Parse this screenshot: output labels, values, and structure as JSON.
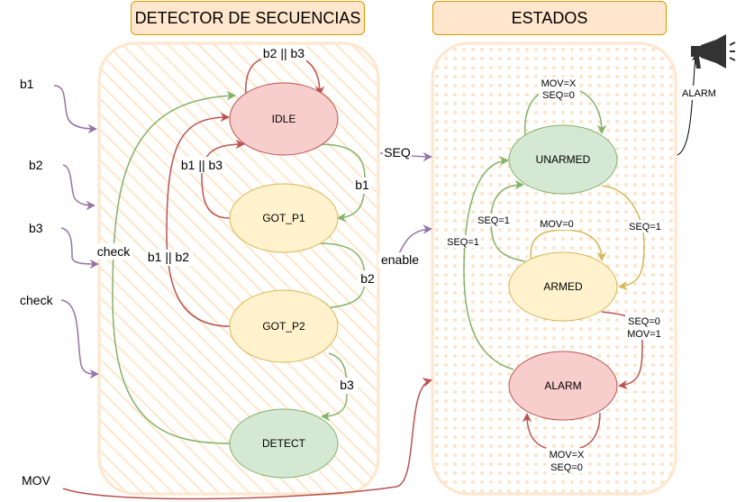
{
  "headers": {
    "detector": "DETECTOR DE SECUENCIAS",
    "estados": "ESTADOS"
  },
  "inputs": {
    "b1": "b1",
    "b2": "b2",
    "b3": "b3",
    "check": "check",
    "mov": "MOV"
  },
  "detector_states": {
    "idle": "IDLE",
    "got_p1": "GOT_P1",
    "got_p2": "GOT_P2",
    "detect": "DETECT"
  },
  "detector_edges": {
    "idle_self": "b2 || b3",
    "idle_to_p1": "b1",
    "p1_to_idle": "b1 || b3",
    "p1_to_p2": "b2",
    "p2_to_idle": "b1 || b2",
    "p2_to_detect": "b3",
    "detect_to_idle": "check"
  },
  "signals": {
    "seq": "SEQ",
    "enable": "enable",
    "alarm_out": "ALARM"
  },
  "estado_states": {
    "unarmed": "UNARMED",
    "armed": "ARMED",
    "alarm": "ALARM"
  },
  "estado_edges": {
    "unarmed_self_1": "MOV=X",
    "unarmed_self_2": "SEQ=0",
    "armed_to_unarmed": "SEQ=1",
    "unarmed_to_armed": "SEQ=1",
    "armed_self": "MOV=0",
    "alarm_to_unarmed": "SEQ=1",
    "armed_to_alarm_1": "SEQ=0",
    "armed_to_alarm_2": "MOV=1",
    "alarm_self_1": "MOV=X",
    "alarm_self_2": "SEQ=0"
  },
  "colors": {
    "red_fill": "#f8cecc",
    "red_stroke": "#b85450",
    "yellow_fill": "#fff2cc",
    "yellow_stroke": "#d6b656",
    "green_fill": "#d5e8d4",
    "green_stroke": "#82b366",
    "purple": "#9673a6",
    "panel": "#ffe6cc"
  }
}
